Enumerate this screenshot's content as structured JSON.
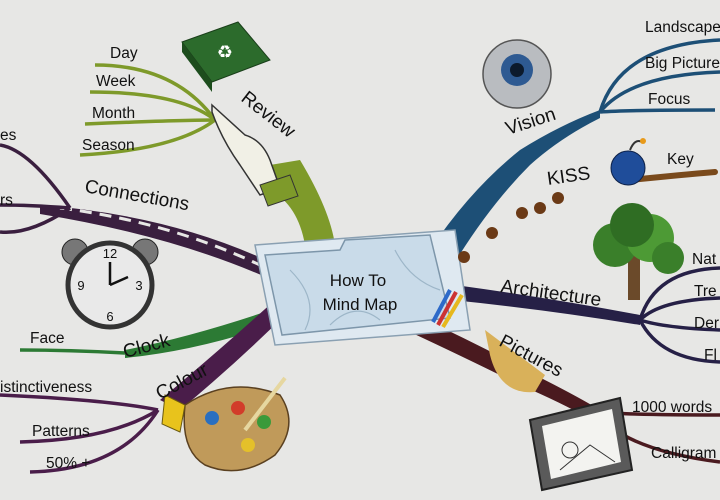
{
  "center": {
    "line1": "How To",
    "line2": "Mind Map"
  },
  "branches": {
    "review": {
      "label": "Review",
      "color": "#7e9a2a",
      "items": [
        "Day",
        "Week",
        "Month",
        "Season"
      ]
    },
    "vision": {
      "label": "Vision",
      "color": "#1d4f76",
      "items": [
        "Landscape",
        "Big Picture",
        "Focus"
      ]
    },
    "kiss": {
      "label": "KISS",
      "items": [
        "Key"
      ]
    },
    "connections": {
      "label": "Connections",
      "color": "#3a1f3f",
      "items": [
        "es",
        "rs"
      ]
    },
    "clock": {
      "label": "Clock",
      "color": "#2c7a34",
      "items": [
        "Face"
      ]
    },
    "colour": {
      "label": "Colour",
      "color": "#4a1d4a",
      "items": [
        "istinctiveness",
        "Patterns",
        "50% +"
      ]
    },
    "architecture": {
      "label": "Architecture",
      "color": "#262046",
      "items": [
        "Nat",
        "Tre",
        "Der",
        "Fl"
      ]
    },
    "pictures": {
      "label": "Pictures",
      "color": "#4a1a1f",
      "items": [
        "1000 words",
        "Calligram"
      ]
    }
  },
  "colors": {
    "background": "#e7e7e5",
    "folder": "#c9dbe9",
    "recycle_box": "#2c6b2c"
  },
  "icons": [
    "recycle-icon",
    "pointing-hand-icon",
    "eye-icon",
    "bomb-icon",
    "tree-icon",
    "alarm-clock-icon",
    "palette-icon",
    "picture-frame-icon",
    "pencils-icon"
  ]
}
